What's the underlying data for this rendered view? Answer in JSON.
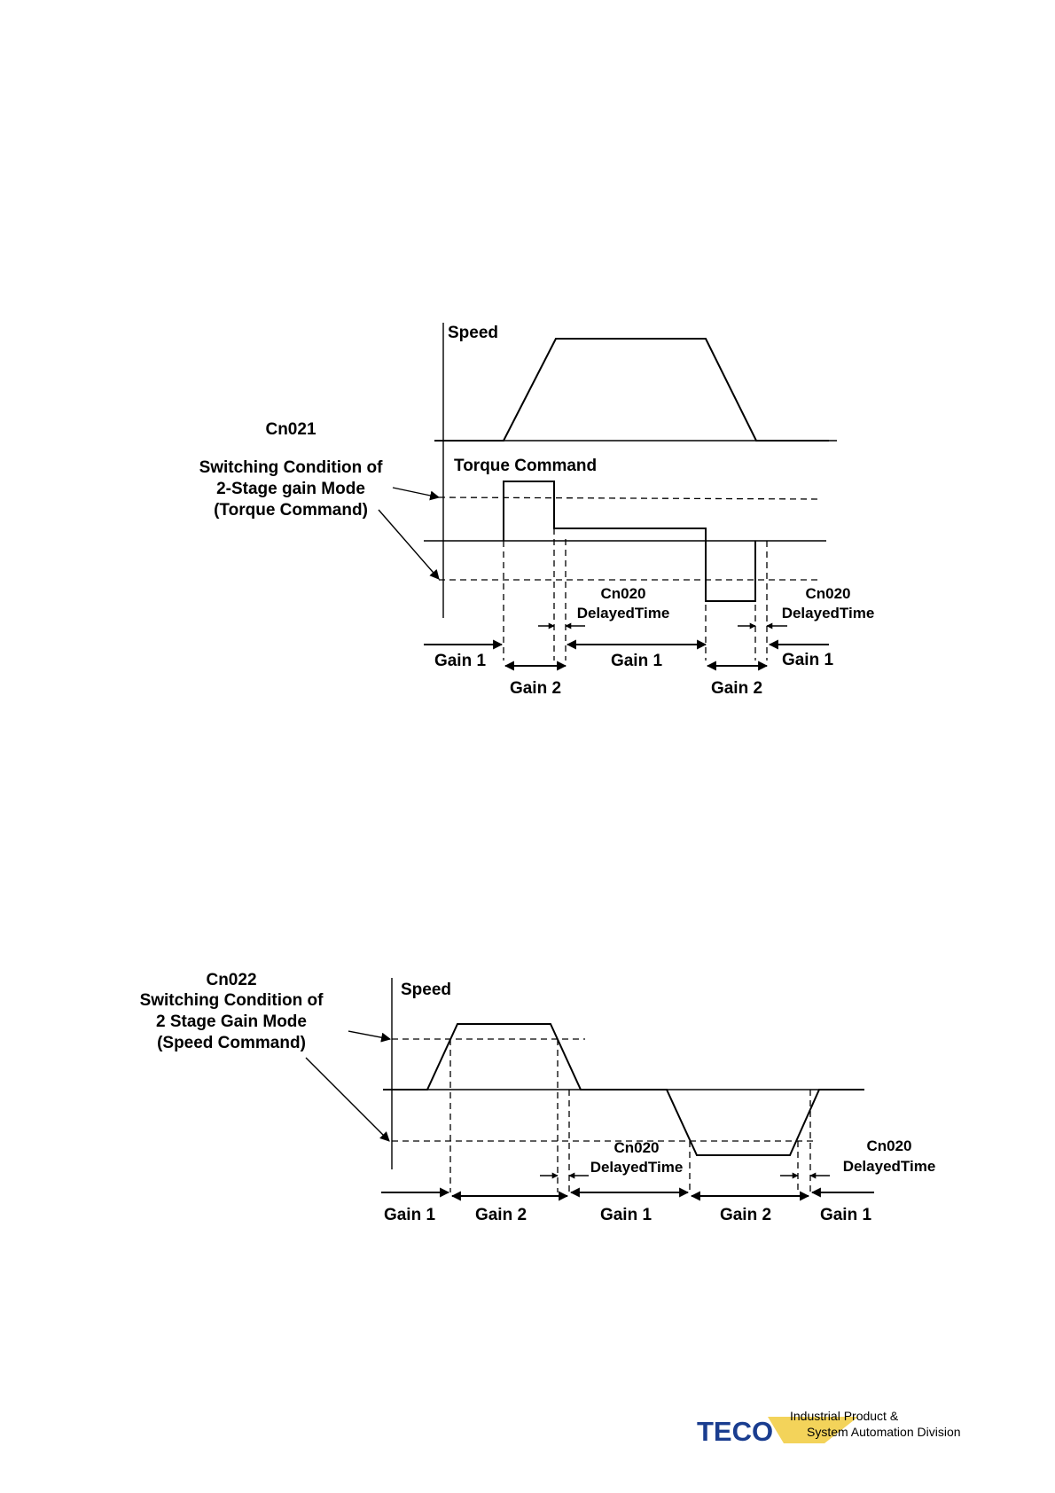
{
  "diagram1": {
    "speed_label": "Speed",
    "param_label": "Cn021",
    "condition_lines": [
      "Switching Condition of",
      "2-Stage gain Mode",
      "(Torque Command)"
    ],
    "torque_label": "Torque Command",
    "delay1_lines": [
      "Cn020",
      "DelayedTime"
    ],
    "delay2_lines": [
      "Cn020",
      "DelayedTime"
    ],
    "gains": [
      "Gain 1",
      "Gain 2",
      "Gain 1",
      "Gain 2",
      "Gain 1"
    ]
  },
  "diagram2": {
    "param_label": "Cn022",
    "condition_lines": [
      "Switching Condition of",
      "2 Stage Gain Mode",
      "(Speed Command)"
    ],
    "speed_label": "Speed",
    "delay1_lines": [
      "Cn020",
      "DelayedTime"
    ],
    "delay2_lines": [
      "Cn020",
      "DelayedTime"
    ],
    "gains": [
      "Gain 1",
      "Gain 2",
      "Gain 1",
      "Gain 2",
      "Gain 1"
    ]
  },
  "footer": {
    "logo_text": "TECO",
    "division_line1": "Industrial Product &",
    "division_line2": "System Automation Division",
    "colors": {
      "logo_blue": "#1a3d8f",
      "logo_gold": "#f3d35a"
    }
  }
}
